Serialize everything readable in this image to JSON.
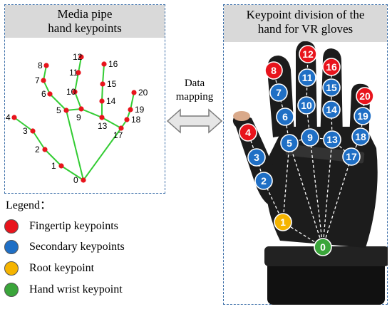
{
  "left_panel": {
    "title_line1": "Media pipe",
    "title_line2": "hand keypoints",
    "keypoint_labels": [
      "0",
      "1",
      "2",
      "3",
      "4",
      "5",
      "6",
      "7",
      "8",
      "9",
      "10",
      "11",
      "12",
      "13",
      "14",
      "15",
      "16",
      "17",
      "18",
      "19",
      "20"
    ]
  },
  "right_panel": {
    "title_line1": "Keypoint division of the",
    "title_line2": "hand for VR gloves",
    "keypoint_labels": [
      "0",
      "1",
      "2",
      "3",
      "4",
      "5",
      "6",
      "7",
      "8",
      "9",
      "10",
      "11",
      "12",
      "13",
      "14",
      "15",
      "16",
      "17",
      "18",
      "19",
      "20"
    ],
    "fingertip_keypoints": [
      4,
      8,
      12,
      16,
      20
    ],
    "root_keypoint": 1,
    "wrist_keypoint": 0
  },
  "mapping": {
    "line1": "Data",
    "line2": "mapping"
  },
  "legend": {
    "title": "Legend：",
    "items": [
      {
        "label": "Fingertip keypoints",
        "color": "#e8141c"
      },
      {
        "label": "Secondary keypoints",
        "color": "#1f6fc5"
      },
      {
        "label": "Root keypoint",
        "color": "#f5b400"
      },
      {
        "label": "Hand wrist keypoint",
        "color": "#3aa53a"
      }
    ]
  },
  "colors": {
    "panel_border": "#3b6ea8",
    "header_bg": "#d9d9d9",
    "skeleton_line": "#33cc33",
    "skeleton_dot": "#e8141c",
    "glove": "#1c1c1c"
  }
}
